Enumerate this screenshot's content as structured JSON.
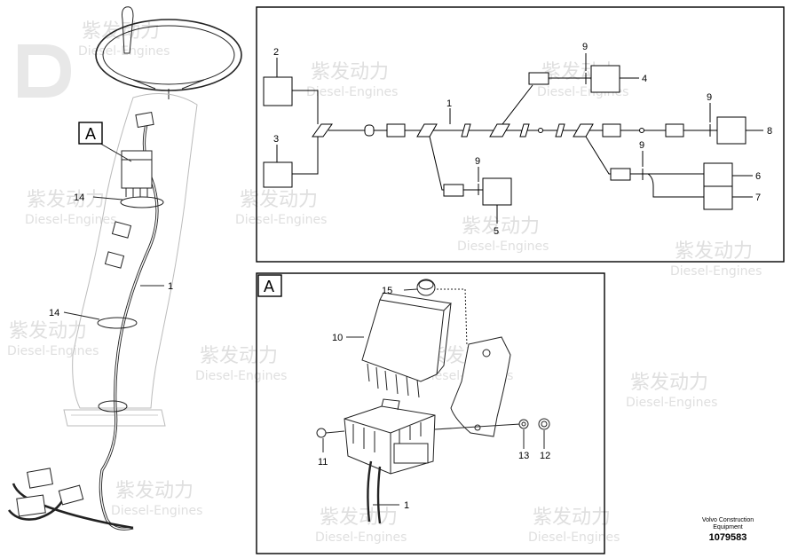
{
  "watermark": {
    "cn": "紫发动力",
    "en": "Diesel-Engines"
  },
  "callout_a": "A",
  "overview_labels": {
    "l14a": "14",
    "l14b": "14",
    "l1": "1"
  },
  "schematic_labels": {
    "n2": "2",
    "n3": "3",
    "n1": "1",
    "n9a": "9",
    "n4": "4",
    "n9b": "9",
    "n8": "8",
    "n9c": "9",
    "n6": "6",
    "n7": "7",
    "n9d": "9",
    "n5": "5"
  },
  "detail_labels": {
    "a": "A",
    "n15": "15",
    "n10": "10",
    "n11": "11",
    "n13": "13",
    "n12": "12",
    "n1": "1"
  },
  "credit": {
    "line1": "Volvo Construction",
    "line2": "Equipment",
    "number": "1079583"
  }
}
